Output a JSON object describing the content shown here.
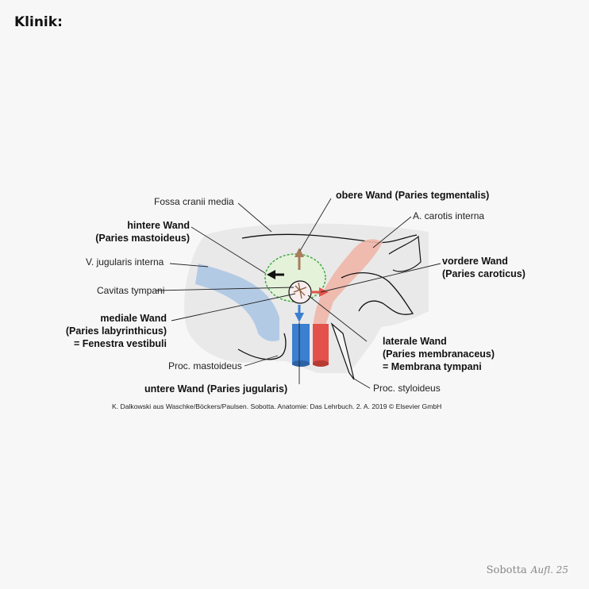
{
  "heading": "Klinik:",
  "labels": {
    "fossa_cranii_media": "Fossa cranii media",
    "obere_wand": "obere Wand (Paries tegmentalis)",
    "a_carotis_interna": "A. carotis interna",
    "hintere_wand_1": "hintere Wand",
    "hintere_wand_2": "(Paries mastoideus)",
    "v_jugularis_interna": "V. jugularis interna",
    "vordere_wand_1": "vordere Wand",
    "vordere_wand_2": "(Paries caroticus)",
    "cavitas_tympani": "Cavitas tympani",
    "mediale_wand_1": "mediale Wand",
    "mediale_wand_2": "(Paries labyrinthicus)",
    "mediale_wand_3": "= Fenestra vestibuli",
    "laterale_wand_1": "laterale Wand",
    "laterale_wand_2": "(Paries membranaceus)",
    "laterale_wand_3": "= Membrana tympani",
    "proc_mastoideus": "Proc. mastoideus",
    "untere_wand": "untere Wand (Paries jugularis)",
    "proc_styloideus": "Proc. styloideus"
  },
  "credit": "K. Dalkowski aus Waschke/Böckers/Paulsen. Sobotta. Anatomie: Das Lehrbuch. 2. A. 2019 © Elsevier GmbH",
  "brand": {
    "name": "Sobotta",
    "edition": "Aufl. 25"
  },
  "colors": {
    "bone": "#e9e9e9",
    "vein": "#a9c4e4",
    "artery": "#f0b6a8",
    "vein_strong": "#3a7fd0",
    "artery_strong": "#e2524a",
    "arrow_up": "#a87d5e",
    "dashed": "#3aa63a"
  }
}
